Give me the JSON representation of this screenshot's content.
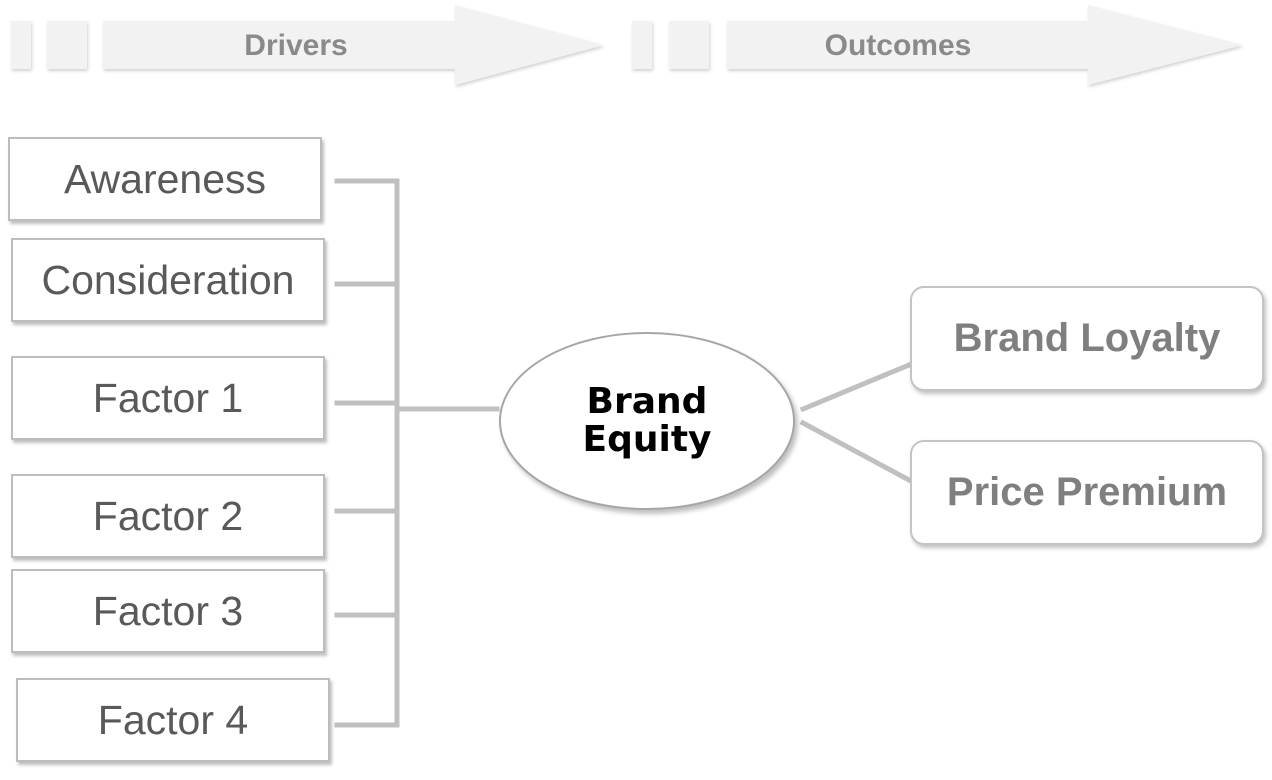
{
  "stages": [
    {
      "label": "Drivers"
    },
    {
      "label": "Outcomes"
    }
  ],
  "drivers": [
    {
      "label": "Awareness"
    },
    {
      "label": "Consideration"
    },
    {
      "label": "Factor 1"
    },
    {
      "label": "Factor 2"
    },
    {
      "label": "Factor 3"
    },
    {
      "label": "Factor 4"
    }
  ],
  "hub": {
    "line1": "Brand",
    "line2": "Equity"
  },
  "outcomes": [
    {
      "label": "Brand Loyalty"
    },
    {
      "label": "Price Premium"
    }
  ],
  "colors": {
    "banner_fill": "#f2f2f2",
    "banner_text": "#8a8a8a",
    "connector": "#c0c0c0",
    "driver_text": "#595959",
    "outcome_text": "#7f7f7f"
  }
}
